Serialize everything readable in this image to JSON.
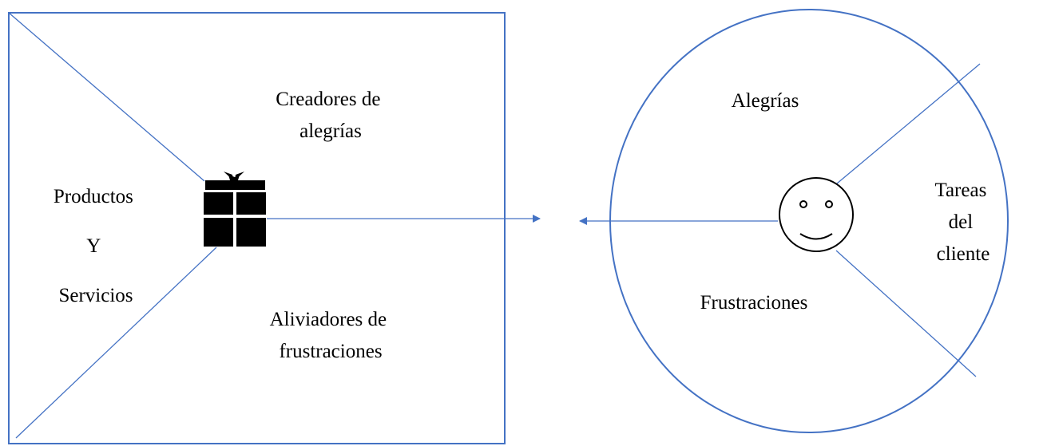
{
  "product_side": {
    "gain_creators": [
      "Creadores de",
      "alegrías"
    ],
    "products_services": [
      "Productos",
      "Y",
      "Servicios"
    ],
    "pain_relievers": [
      "Aliviadores de",
      "frustraciones"
    ],
    "icon": "gift-icon"
  },
  "customer_side": {
    "gains": "Alegrías",
    "jobs": [
      "Tareas",
      "del",
      "cliente"
    ],
    "pains": "Frustraciones",
    "icon": "smiley-face-icon"
  },
  "colors": {
    "line": "#4472C4",
    "text": "#000000",
    "icon": "#000000"
  }
}
